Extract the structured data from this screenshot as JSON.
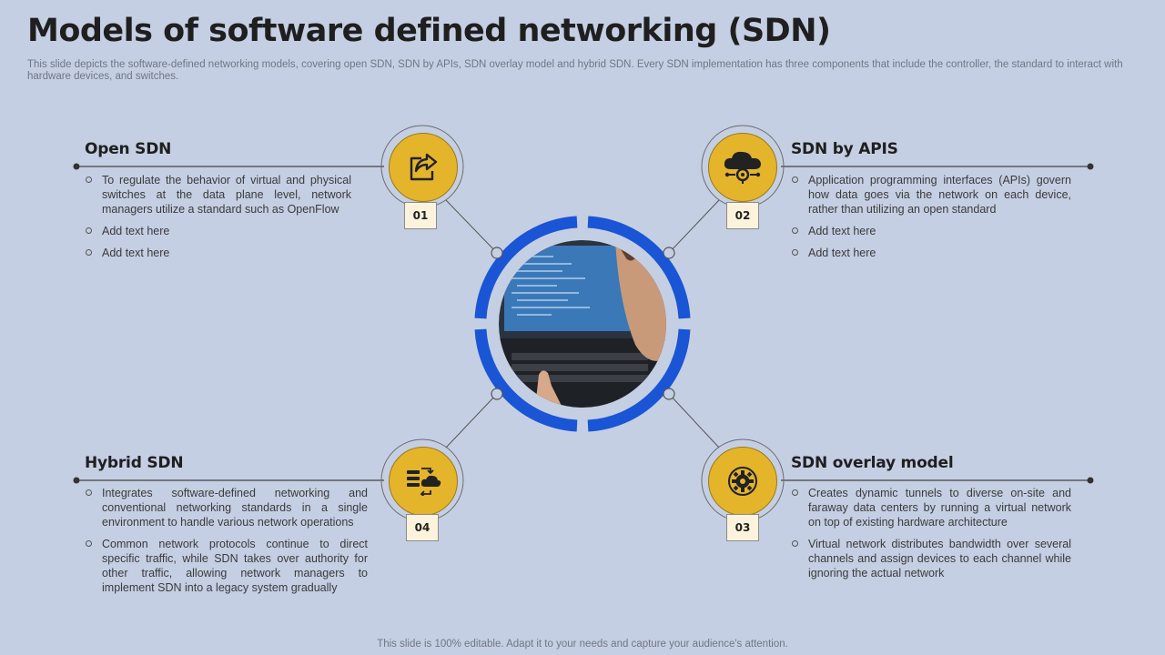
{
  "title": "Models of software defined networking (SDN)",
  "subtitle": "This slide depicts the software-defined networking models, covering open SDN, SDN by APIs, SDN overlay model and hybrid SDN. Every SDN implementation has three components that include the controller, the standard to interact with hardware devices, and switches.",
  "footer": "This slide is 100% editable. Adapt it to your needs and capture your audience's attention.",
  "colors": {
    "accent_yellow": "#e4b42b",
    "ring_blue": "#1a55d6",
    "background": "#c5cfe3"
  },
  "models": [
    {
      "heading": "Open SDN",
      "number": "01",
      "icon": "share-arrow-icon",
      "bullets": [
        "To regulate the behavior of virtual and physical switches at the data plane level, network managers utilize a standard such as OpenFlow",
        "Add text here",
        "Add text here"
      ]
    },
    {
      "heading": "SDN by APIS",
      "number": "02",
      "icon": "cloud-network-icon",
      "bullets": [
        "Application programming interfaces (APIs) govern how data goes via the network on each device, rather than utilizing an open standard",
        "Add text here",
        "Add text here"
      ]
    },
    {
      "heading": "SDN overlay model",
      "number": "03",
      "icon": "gear-icon",
      "bullets": [
        "Creates dynamic tunnels to diverse on-site and faraway data centers by running a virtual network on top of existing hardware architecture",
        "Virtual network distributes bandwidth over several channels and assign devices to each channel while ignoring the actual network"
      ]
    },
    {
      "heading": "Hybrid SDN",
      "number": "04",
      "icon": "cloud-transfer-icon",
      "bullets": [
        "Integrates software-defined networking and conventional networking standards in a single environment to handle various network operations",
        "Common network protocols continue to direct specific traffic, while SDN takes over authority for other traffic, allowing network managers to implement SDN into a legacy system gradually"
      ]
    }
  ]
}
